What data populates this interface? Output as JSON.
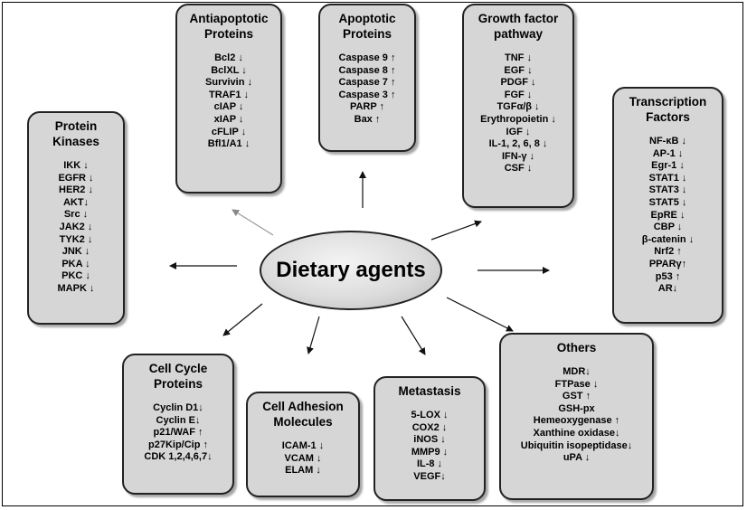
{
  "center_label": "Dietary agents",
  "boxes": {
    "antiapoptotic": {
      "title": "Antiapoptotic Proteins",
      "items": [
        "Bcl2 ↓",
        "BclXL ↓",
        "Survivin ↓",
        "TRAF1 ↓",
        "cIAP ↓",
        "xIAP ↓",
        "cFLIP ↓",
        "Bfl1/A1 ↓"
      ]
    },
    "apoptotic": {
      "title": "Apoptotic Proteins",
      "items": [
        "Caspase 9 ↑",
        "Caspase 8 ↑",
        "Caspase 7 ↑",
        "Caspase 3 ↑",
        "PARP ↑",
        "Bax ↑"
      ]
    },
    "growth_factor": {
      "title": "Growth factor pathway",
      "items": [
        "TNF ↓",
        "EGF ↓",
        "PDGF ↓",
        "FGF ↓",
        "TGFα/β ↓",
        "Erythropoietin ↓",
        "IGF ↓",
        "IL-1, 2, 6, 8 ↓",
        "IFN-γ ↓",
        "CSF ↓"
      ]
    },
    "protein_kinases": {
      "title": "Protein Kinases",
      "items": [
        "IKK ↓",
        "EGFR ↓",
        "HER2 ↓",
        "AKT↓",
        "Src ↓",
        "JAK2 ↓",
        "TYK2 ↓",
        "JNK ↓",
        "PKA ↓",
        "PKC ↓",
        "MAPK ↓"
      ]
    },
    "transcription": {
      "title": "Transcription Factors",
      "items": [
        "NF-κB ↓",
        "AP-1 ↓",
        "Egr-1 ↓",
        "STAT1 ↓",
        "STAT3 ↓",
        "STAT5 ↓",
        "EpRE ↓",
        "CBP ↓",
        "β-catenin ↓",
        "Nrf2 ↑",
        "PPARγ↑",
        "p53 ↑",
        "AR↓"
      ]
    },
    "cell_cycle": {
      "title": "Cell Cycle Proteins",
      "items": [
        "Cyclin D1↓",
        "Cyclin E↓",
        "p21/WAF ↑",
        "p27Kip/Cip ↑",
        "CDK 1,2,4,6,7↓"
      ]
    },
    "cell_adhesion": {
      "title": "Cell Adhesion Molecules",
      "items": [
        "ICAM-1 ↓",
        "VCAM ↓",
        "ELAM ↓"
      ]
    },
    "metastasis": {
      "title": "Metastasis",
      "items": [
        "5-LOX ↓",
        "COX2 ↓",
        "iNOS ↓",
        "MMP9 ↓",
        "IL-8 ↓",
        "VEGF↓"
      ]
    },
    "others": {
      "title": "Others",
      "items": [
        "MDR↓",
        "FTPase ↓",
        "GST ↑",
        "GSH-px",
        "Hemeoxygenase ↑",
        "Xanthine oxidase↓",
        "Ubiquitin isopeptidase↓",
        "uPA ↓"
      ]
    }
  }
}
